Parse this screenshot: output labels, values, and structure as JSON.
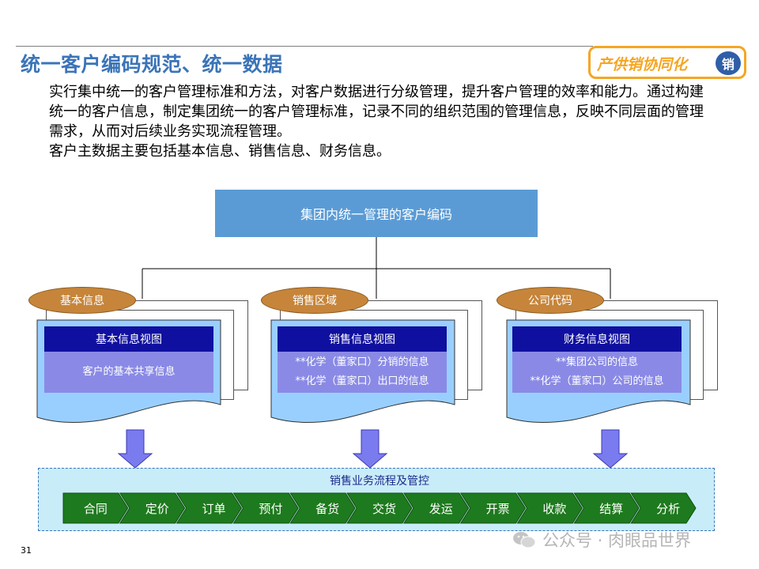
{
  "title": "统一客户编码规范、统一数据",
  "badge": {
    "text": "产供销协同化",
    "circle": "销"
  },
  "intro": [
    "实行集中统一的客户管理标准和方法，对客户数据进行分级管理，提升客户管理的效率和能力。通过构建统一的客户信息，制定集团统一的客户管理标准，记录不同的组织范围的管理信息，反映不同层面的管理需求，从而对后续业务实现流程管理。",
    "客户主数据主要包括基本信息、销售信息、财务信息。"
  ],
  "top_box": "集团内统一管理的客户编码",
  "groups": [
    {
      "oval": "基本信息",
      "view_title": "基本信息视图",
      "lines": [
        "客户的基本共享信息"
      ]
    },
    {
      "oval": "销售区域",
      "view_title": "销售信息视图",
      "lines": [
        "**化学（董家口）分销的信息",
        "**化学（董家口）出口的信息"
      ]
    },
    {
      "oval": "公司代码",
      "view_title": "财务信息视图",
      "lines": [
        "**集团公司的信息",
        "**化学（董家口）公司的信息"
      ]
    }
  ],
  "flow": {
    "title": "销售业务流程及管控",
    "steps": [
      "合同",
      "定价",
      "订单",
      "预付",
      "备货",
      "交货",
      "发运",
      "开票",
      "收款",
      "结算",
      "分析"
    ]
  },
  "watermark": "公众号 · 肉眼品世界",
  "page_number": "31",
  "colors": {
    "title": "#3b74b8",
    "badge": "#f5a623",
    "top_box": "#5b9bd5",
    "oval": "#c6853a",
    "doc_fill": "#99cfff",
    "view_header": "#1010a0",
    "view_body": "#8a8ae6",
    "arrow": "#7b7bf0",
    "flow_bg": "#c9ecf9",
    "chevron": "#1e7a1e"
  },
  "icons": {
    "watermark": "wechat-icon",
    "arrows": "down-arrow-icon"
  }
}
